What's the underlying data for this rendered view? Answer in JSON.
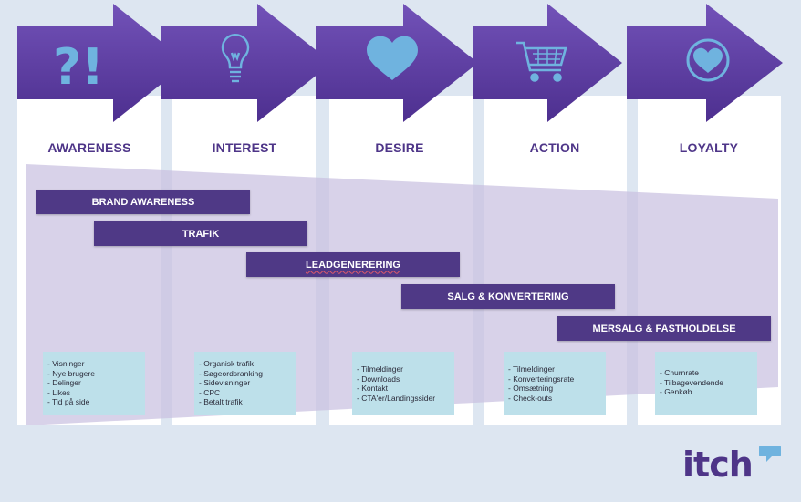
{
  "stages": [
    {
      "label": "AWARENESS",
      "icon": "question-exclamation-icon"
    },
    {
      "label": "INTEREST",
      "icon": "lightbulb-icon"
    },
    {
      "label": "DESIRE",
      "icon": "heart-icon"
    },
    {
      "label": "ACTION",
      "icon": "shopping-cart-icon"
    },
    {
      "label": "LOYALTY",
      "icon": "heart-circle-icon"
    }
  ],
  "bars": [
    {
      "label": "BRAND AWARENESS"
    },
    {
      "label": "TRAFIK"
    },
    {
      "label": "LEADGENERERING"
    },
    {
      "label": "SALG & KONVERTERING"
    },
    {
      "label": "MERSALG & FASTHOLDELSE"
    }
  ],
  "kpis": [
    [
      "- Visninger",
      "- Nye brugere",
      "- Delinger",
      "- Likes",
      "- Tid på side"
    ],
    [
      "- Organisk trafik",
      "- Søgeordsranking",
      "- Sidevisninger",
      "- CPC",
      "- Betalt trafik"
    ],
    [
      "- Tilmeldinger",
      "- Downloads",
      "- Kontakt",
      "- CTA'er/Landingssider"
    ],
    [
      "- Tilmeldinger",
      "- Konverteringsrate",
      "- Omsætning",
      "- Check-outs"
    ],
    [
      "- Churnrate",
      "- Tilbagevendende",
      "- Genkøb"
    ]
  ],
  "logo": {
    "text": "itch"
  },
  "colors": {
    "arrow": "#5b3b9f",
    "arrow_light": "#7d5cc4",
    "icon": "#6fb3df",
    "bar": "#4f3986",
    "label": "#4e3588",
    "kpi_box": "#bde0ea",
    "funnel": "#cfc8e4",
    "logo_bubble": "#6fb3df"
  }
}
